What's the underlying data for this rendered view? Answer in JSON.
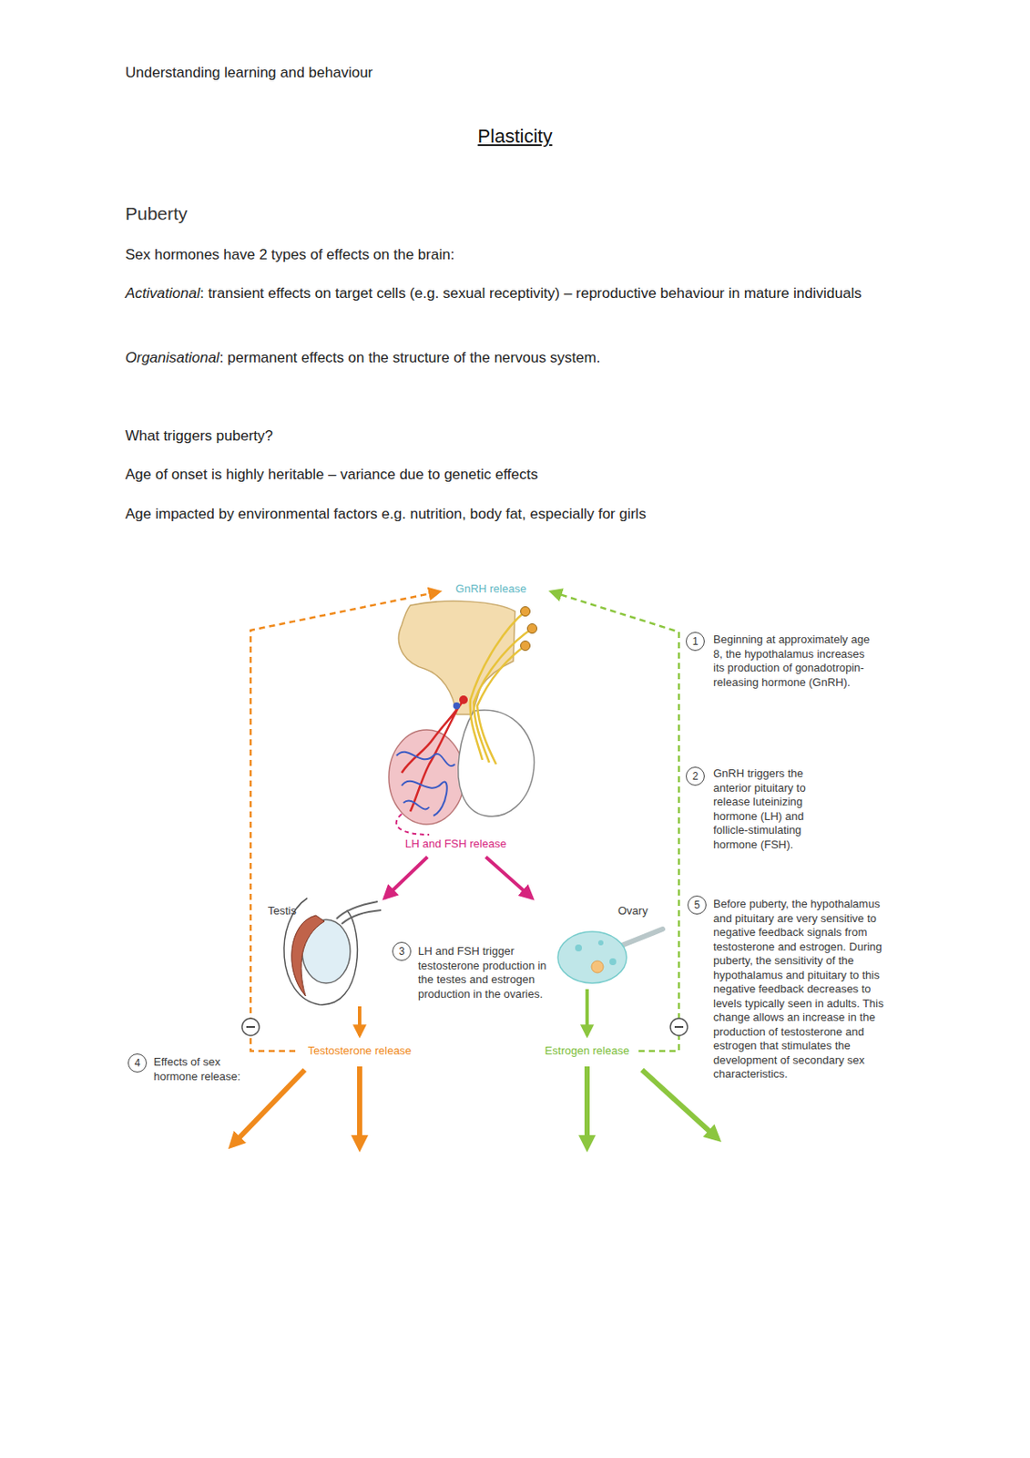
{
  "diagram": {
    "title": "Plasticity",
    "labels": [
      "Understanding learning and behaviour",
      "Puberty",
      "Sex hormones have 2 types of effects on the brain:",
      "Activational: transient effects on target cells (e.g. sexual receptivity) – reproductive behaviour in mature individuals",
      "Organisational: permanent effects on the structure of the nervous system.",
      "What triggers puberty?",
      "Age of onset is highly heritable – variance due to genetic effects",
      "Age impacted by environmental factors e.g. nutrition, body fat, especially for girls",
      "GnRH release",
      "1",
      "Beginning at approximately age 8, the hypothalamus increases its production of gonadotropin-releasing hormone (GnRH).",
      "2",
      "GnRH triggers the anterior pituitary to release luteinizing hormone (LH) and follicle-stimulating hormone (FSH).",
      "LH and FSH release",
      "Testis",
      "Ovary",
      "5",
      "Before puberty, the hypothalamus and pituitary are very sensitive to negative feedback signals from testosterone and estrogen. During puberty, the sensitivity of the hypothalamus and pituitary to this negative feedback decreases to levels typically seen in adults. This change allows an increase in the production of testosterone and estrogen that stimulates the development of secondary sex characteristics.",
      "3",
      "LH and FSH trigger testosterone production in the testes and estrogen production in the ovaries.",
      "4",
      "Effects of sex hormone release:",
      "Testosterone release",
      "Estrogen release"
    ]
  }
}
